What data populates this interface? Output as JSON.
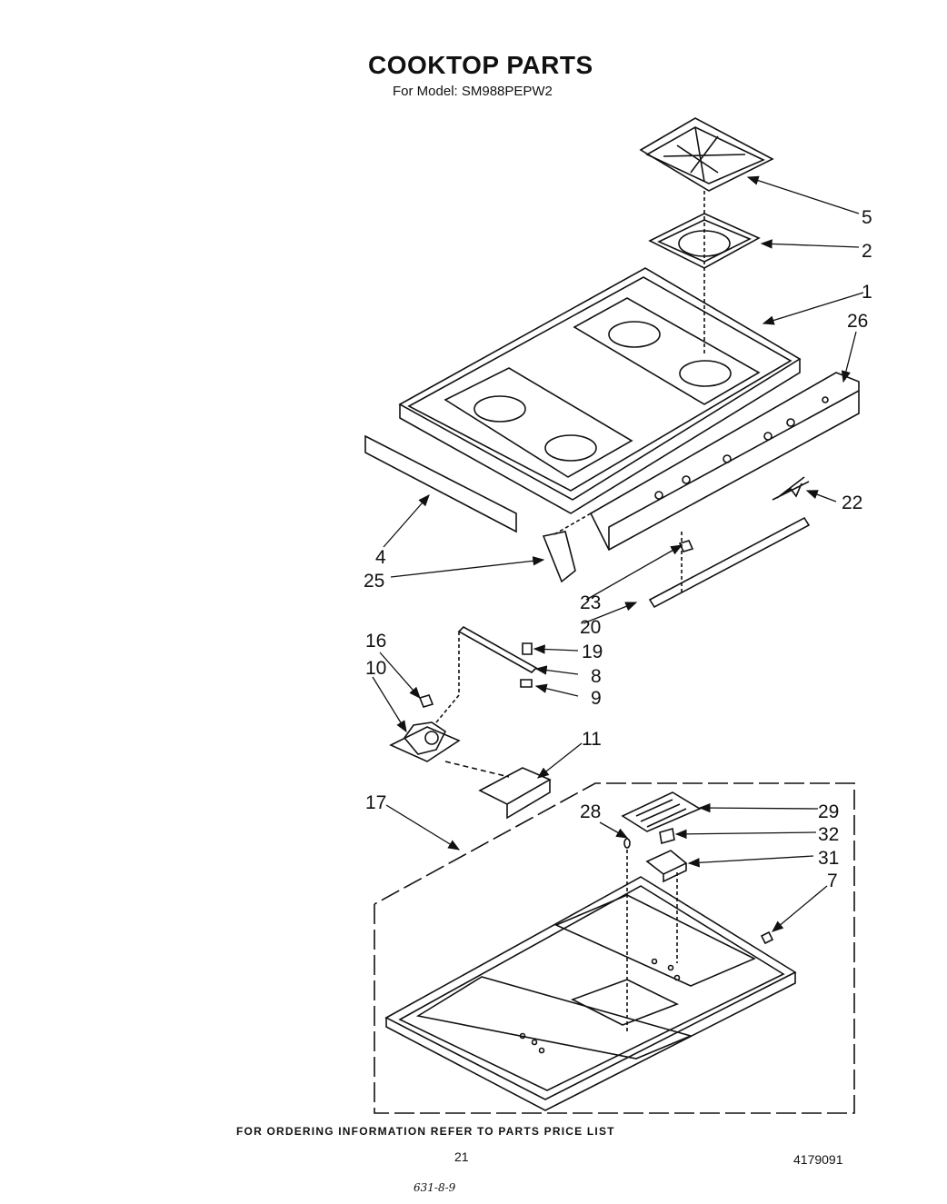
{
  "title": "COOKTOP PARTS",
  "subtitle": "For Model: SM988PEPW2",
  "footer_note": "FOR ORDERING INFORMATION REFER TO PARTS PRICE LIST",
  "page_number": "21",
  "document_number": "4179091",
  "handwritten_note": "631-8-9",
  "callouts": [
    "5",
    "2",
    "1",
    "26",
    "22",
    "4",
    "25",
    "23",
    "20",
    "16",
    "19",
    "10",
    "8",
    "9",
    "11",
    "17",
    "28",
    "29",
    "32",
    "31",
    "7"
  ]
}
